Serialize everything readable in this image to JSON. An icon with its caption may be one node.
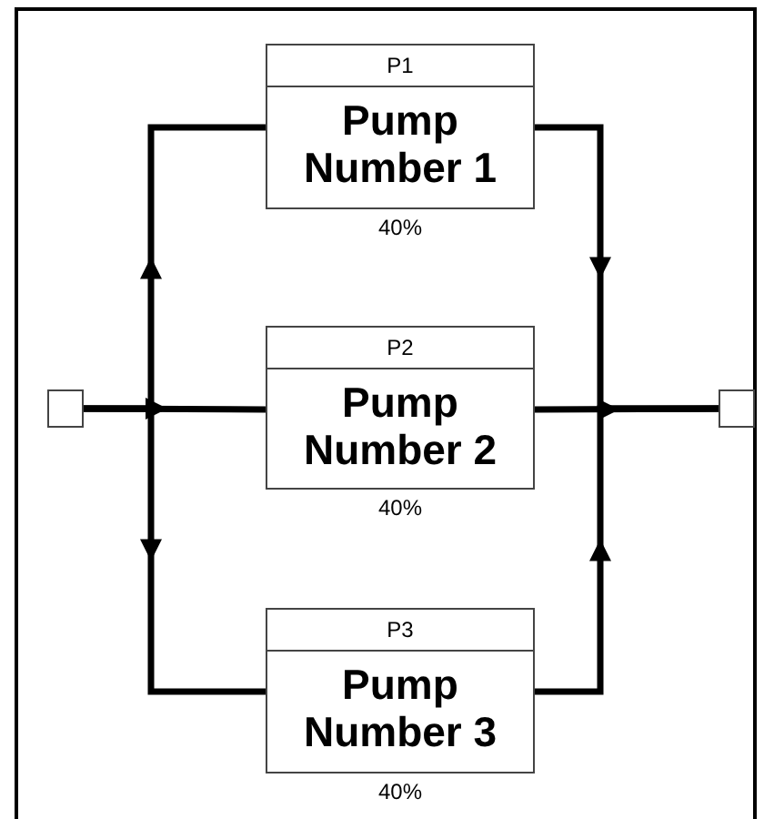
{
  "diagram": {
    "nodes": [
      {
        "text": [],
        "shape": "box"
      },
      {
        "text": [
          "P1",
          "Pump Number 1"
        ],
        "beside": [
          "40%"
        ]
      },
      {
        "text": [
          "P2",
          "Pump Number 2"
        ],
        "beside": [
          "40%"
        ]
      },
      {
        "text": [
          "P3",
          "Pump Number 3"
        ],
        "beside": [
          "40%"
        ]
      },
      {
        "text": [],
        "shape": "box"
      }
    ],
    "edges": [
      {
        "from": 0,
        "to": 1,
        "arrow": "to"
      },
      {
        "from": 0,
        "to": 2,
        "arrow": "to"
      },
      {
        "from": 0,
        "to": 3,
        "arrow": "to"
      },
      {
        "from": 1,
        "to": 4,
        "arrow": "to"
      },
      {
        "from": 2,
        "to": 4,
        "arrow": "to"
      },
      {
        "from": 3,
        "to": 4,
        "arrow": "to"
      }
    ]
  }
}
